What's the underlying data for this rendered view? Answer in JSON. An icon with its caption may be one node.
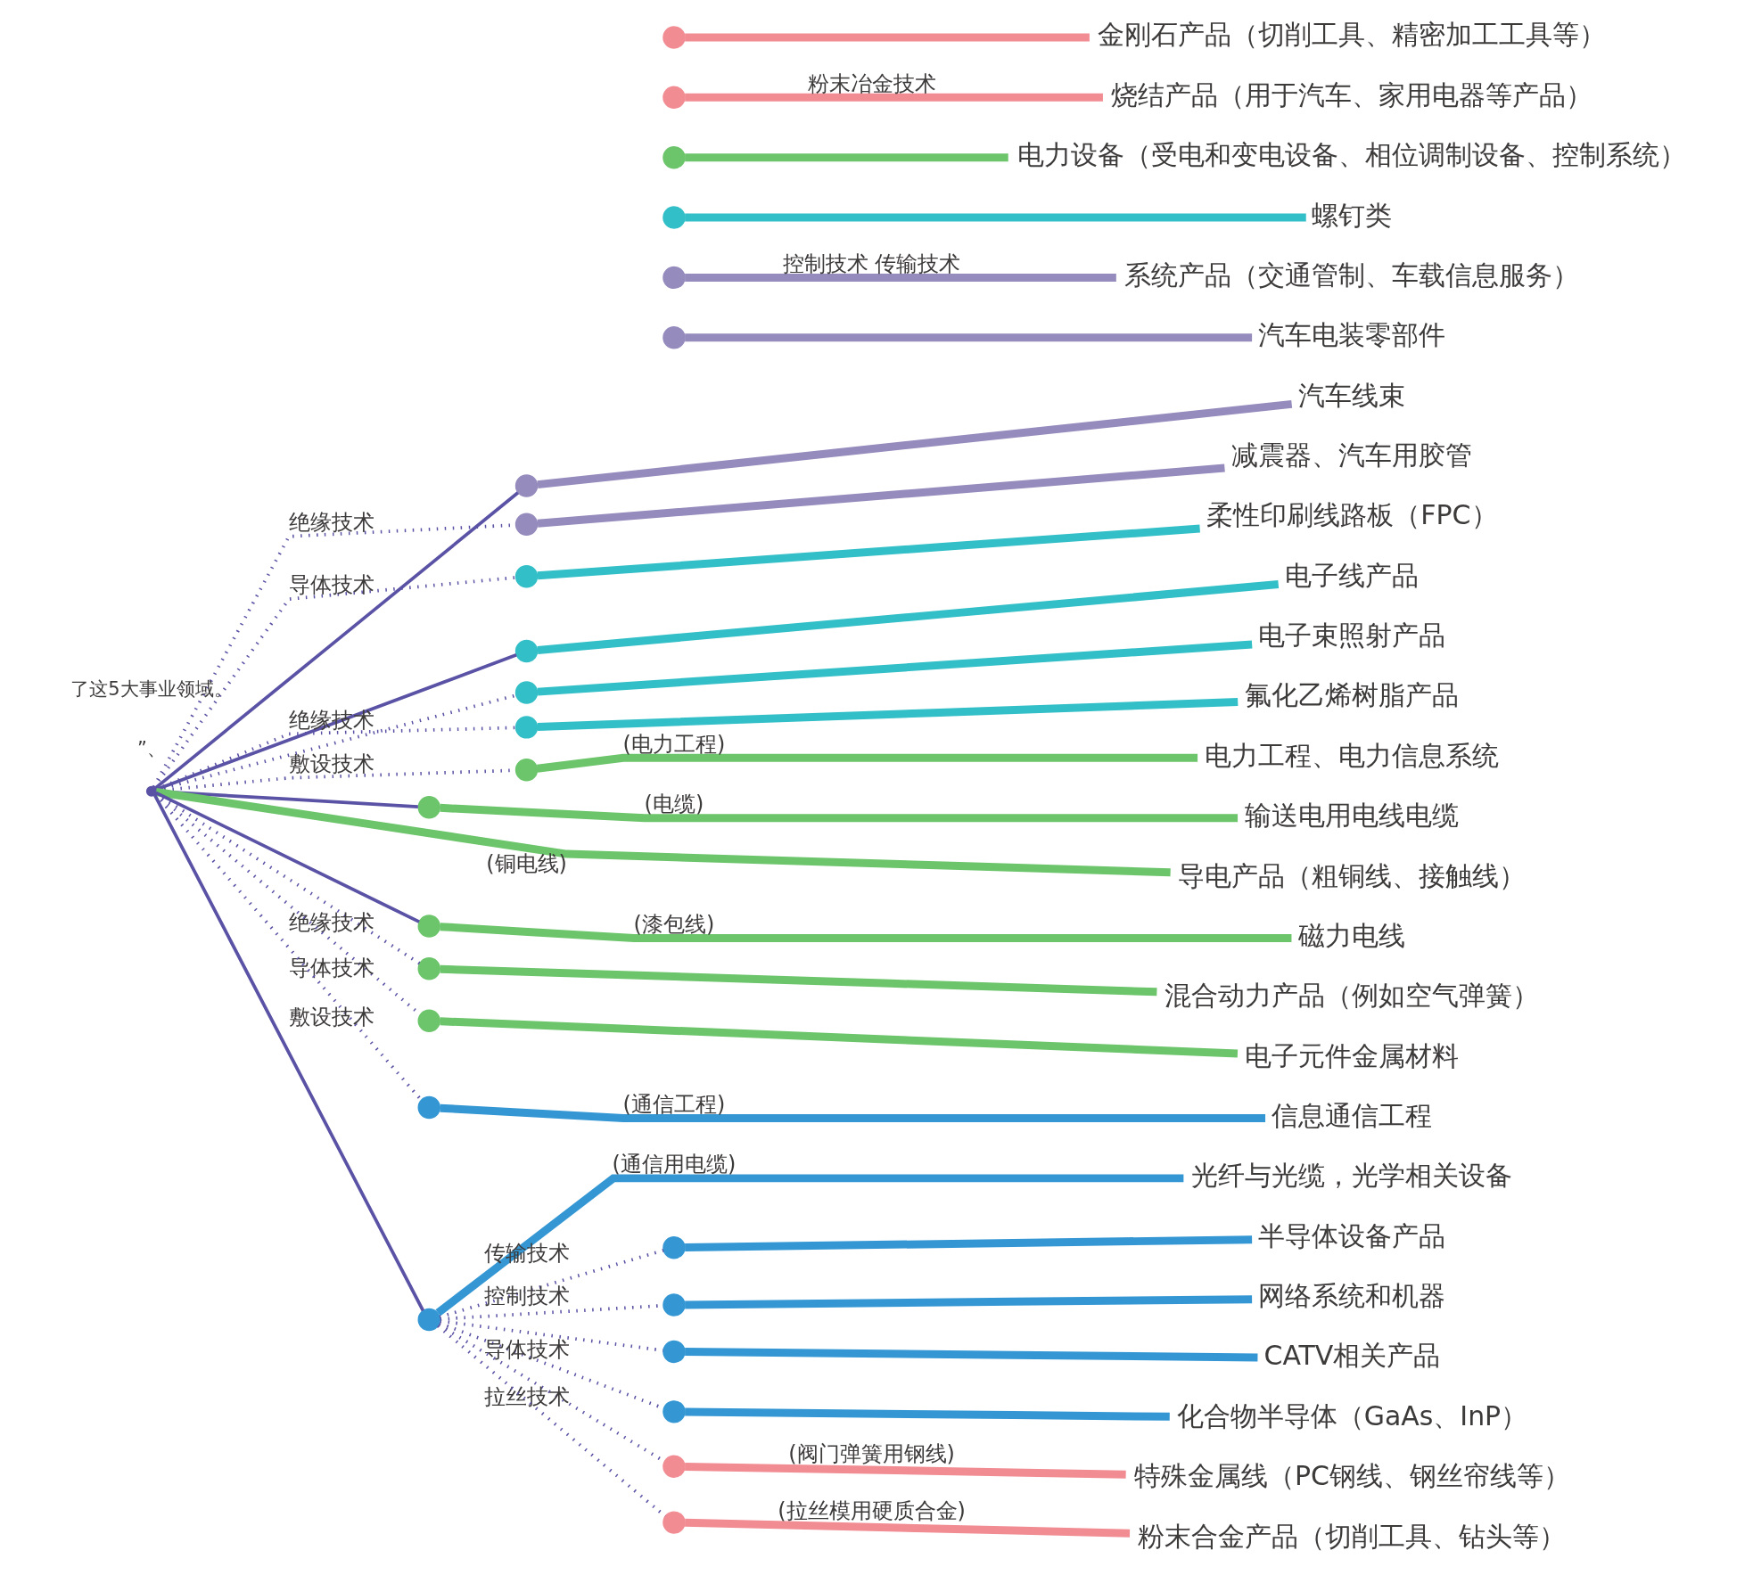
{
  "diagram": {
    "nodes": [
      {
        "text": [],
        "shape": "circle"
      },
      {
        "text": [],
        "shape": "circle"
      },
      {
        "text": [
          "汽车线束"
        ]
      },
      {
        "text": [],
        "shape": "circle"
      },
      {
        "text": [
          "汽车电装零部件"
        ]
      },
      {
        "text": [],
        "shape": "circle"
      },
      {
        "text": [
          "减震器、汽车用胶管"
        ]
      },
      {
        "text": [],
        "shape": "circle"
      },
      {
        "text": [
          "系统产品（交通管制、车载信息服务）"
        ]
      },
      {
        "text": [],
        "shape": "circle"
      },
      {
        "text": [
          "柔性印刷线路板（FPC）"
        ]
      },
      {
        "text": [],
        "shape": "circle"
      },
      {
        "text": [
          "电子线产品"
        ]
      },
      {
        "text": [],
        "shape": "circle"
      },
      {
        "text": [
          "电子束照射产品"
        ]
      },
      {
        "text": [],
        "shape": "circle"
      },
      {
        "text": [
          "氟化乙烯树脂产品"
        ]
      },
      {
        "text": [],
        "shape": "circle"
      },
      {
        "text": [
          "螺钉类"
        ]
      },
      {
        "text": [],
        "shape": "circle"
      },
      {
        "text": [
          "电力工程、电力信息系统"
        ]
      },
      {
        "text": [],
        "shape": "circle"
      },
      {
        "text": [
          "输送电用电线电缆"
        ]
      },
      {
        "text": [
          "导电产品（粗铜线、接触线）"
        ]
      },
      {
        "text": [],
        "shape": "circle"
      },
      {
        "text": [
          "磁力电线"
        ]
      },
      {
        "text": [],
        "shape": "circle"
      },
      {
        "text": [
          "混合动力产品（例如空气弹簧）"
        ]
      },
      {
        "text": [],
        "shape": "circle"
      },
      {
        "text": [
          "电子元件金属材料"
        ]
      },
      {
        "text": [],
        "shape": "circle"
      },
      {
        "text": [
          "电力设备（受电和变电设备、相位调制设备、控制系统）"
        ]
      },
      {
        "text": [],
        "shape": "circle"
      },
      {
        "text": [
          "信息通信工程"
        ]
      },
      {
        "text": [],
        "shape": "circle"
      },
      {
        "text": [
          "光纤与光缆，光学相关设备"
        ]
      },
      {
        "text": [],
        "shape": "circle"
      },
      {
        "text": [
          "半导体设备产品"
        ]
      },
      {
        "text": [],
        "shape": "circle"
      },
      {
        "text": [
          "网络系统和机器"
        ]
      },
      {
        "text": [],
        "shape": "circle"
      },
      {
        "text": [
          "CATV相关产品"
        ]
      },
      {
        "text": [],
        "shape": "circle"
      },
      {
        "text": [
          "化合物半导体（GaAs、InP）"
        ]
      },
      {
        "text": [],
        "shape": "circle"
      },
      {
        "text": [
          "特殊金属线（PC钢线、钢丝帘线等）"
        ]
      },
      {
        "text": [],
        "shape": "circle"
      },
      {
        "text": [
          "粉末合金产品（切削工具、钻头等）"
        ]
      },
      {
        "text": [],
        "shape": "circle"
      },
      {
        "text": [
          "烧结产品（用于汽车、家用电器等产品）"
        ]
      },
      {
        "text": [],
        "shape": "circle"
      },
      {
        "text": [
          "金刚石产品（切削工具、精密加工工具等）"
        ]
      }
    ],
    "edges": [
      {
        "from": 0,
        "to": 1,
        "arrow": "none",
        "color": "#5a52a5"
      },
      {
        "from": 1,
        "to": 2,
        "arrow": "none",
        "color": "#968bbd"
      },
      {
        "from": 3,
        "to": 4,
        "arrow": "none",
        "color": "#968bbd"
      },
      {
        "from": 0,
        "to": 5,
        "arrow": "none",
        "style": "dashed",
        "color": "#5a52a5",
        "label": "绝缘技术"
      },
      {
        "from": 5,
        "to": 6,
        "arrow": "none",
        "color": "#968bbd"
      },
      {
        "from": 7,
        "to": 8,
        "arrow": "none",
        "color": "#968bbd",
        "label": "控制技术 传输技术"
      },
      {
        "from": 0,
        "to": 9,
        "arrow": "none",
        "style": "dashed",
        "color": "#5a52a5",
        "label": "导体技术"
      },
      {
        "from": 9,
        "to": 10,
        "arrow": "none",
        "color": "#33bfc7"
      },
      {
        "from": 0,
        "to": 11,
        "arrow": "none",
        "color": "#5a52a5"
      },
      {
        "from": 11,
        "to": 12,
        "arrow": "none",
        "color": "#33bfc7"
      },
      {
        "from": 0,
        "to": 13,
        "arrow": "none",
        "style": "dashed",
        "color": "#5a52a5"
      },
      {
        "from": 13,
        "to": 14,
        "arrow": "none",
        "color": "#33bfc7"
      },
      {
        "from": 0,
        "to": 15,
        "arrow": "none",
        "style": "dashed",
        "color": "#5a52a5",
        "label": "绝缘技术"
      },
      {
        "from": 15,
        "to": 16,
        "arrow": "none",
        "color": "#33bfc7"
      },
      {
        "from": 17,
        "to": 18,
        "arrow": "none",
        "color": "#33bfc7"
      },
      {
        "from": 0,
        "to": 19,
        "arrow": "none",
        "style": "dashed",
        "color": "#5a52a5",
        "label": "敷设技术"
      },
      {
        "from": 19,
        "to": 20,
        "arrow": "none",
        "color": "#6cc56b",
        "label": "(电力工程)"
      },
      {
        "from": 0,
        "to": 21,
        "arrow": "none",
        "color": "#5a52a5"
      },
      {
        "from": 21,
        "to": 22,
        "arrow": "none",
        "color": "#6cc56b",
        "label": "(电缆)"
      },
      {
        "from": 0,
        "to": 23,
        "arrow": "none",
        "color": "#6cc56b",
        "label": "(铜电线)"
      },
      {
        "from": 0,
        "to": 24,
        "arrow": "none",
        "color": "#5a52a5"
      },
      {
        "from": 24,
        "to": 25,
        "arrow": "none",
        "color": "#6cc56b",
        "label": "(漆包线)"
      },
      {
        "from": 0,
        "to": 26,
        "arrow": "none",
        "style": "dashed",
        "color": "#5a52a5",
        "label": "绝缘技术"
      },
      {
        "from": 26,
        "to": 27,
        "arrow": "none",
        "color": "#6cc56b"
      },
      {
        "from": 0,
        "to": 28,
        "arrow": "none",
        "style": "dashed",
        "color": "#5a52a5",
        "label": "导体技术"
      },
      {
        "from": 28,
        "to": 29,
        "arrow": "none",
        "color": "#6cc56b"
      },
      {
        "from": 30,
        "to": 31,
        "arrow": "none",
        "color": "#6cc56b"
      },
      {
        "from": 0,
        "to": 32,
        "arrow": "none",
        "style": "dashed",
        "color": "#5a52a5",
        "label": "敷设技术"
      },
      {
        "from": 32,
        "to": 33,
        "arrow": "none",
        "color": "#3497d4",
        "label": "(通信工程)"
      },
      {
        "from": 0,
        "to": 34,
        "arrow": "none",
        "color": "#5a52a5"
      },
      {
        "from": 34,
        "to": 35,
        "arrow": "none",
        "color": "#3497d4",
        "label": "(通信用电缆)"
      },
      {
        "from": 34,
        "to": 36,
        "arrow": "none",
        "style": "dashed",
        "color": "#5a52a5",
        "label": "传输技术"
      },
      {
        "from": 36,
        "to": 37,
        "arrow": "none",
        "color": "#3497d4"
      },
      {
        "from": 34,
        "to": 38,
        "arrow": "none",
        "style": "dashed",
        "color": "#5a52a5",
        "label": "控制技术"
      },
      {
        "from": 38,
        "to": 39,
        "arrow": "none",
        "color": "#3497d4"
      },
      {
        "from": 34,
        "to": 40,
        "arrow": "none",
        "style": "dashed",
        "color": "#5a52a5"
      },
      {
        "from": 40,
        "to": 41,
        "arrow": "none",
        "color": "#3497d4"
      },
      {
        "from": 34,
        "to": 42,
        "arrow": "none",
        "style": "dashed",
        "color": "#5a52a5",
        "label": "导体技术"
      },
      {
        "from": 42,
        "to": 43,
        "arrow": "none",
        "color": "#3497d4"
      },
      {
        "from": 34,
        "to": 44,
        "arrow": "none",
        "style": "dashed",
        "color": "#5a52a5",
        "label": "拉丝技术"
      },
      {
        "from": 44,
        "to": 45,
        "arrow": "none",
        "color": "#f28c93",
        "label": "(阀门弹簧用钢线)"
      },
      {
        "from": 34,
        "to": 46,
        "arrow": "none",
        "style": "dashed",
        "color": "#5a52a5"
      },
      {
        "from": 46,
        "to": 47,
        "arrow": "none",
        "color": "#f28c93",
        "label": "(拉丝模用硬质合金)"
      },
      {
        "from": 48,
        "to": 49,
        "arrow": "none",
        "color": "#f28c93",
        "label": "粉末冶金技术"
      },
      {
        "from": 50,
        "to": 51,
        "arrow": "none",
        "color": "#f28c93"
      }
    ],
    "labels": [
      "”、",
      "了这5大事业领域。"
    ]
  }
}
